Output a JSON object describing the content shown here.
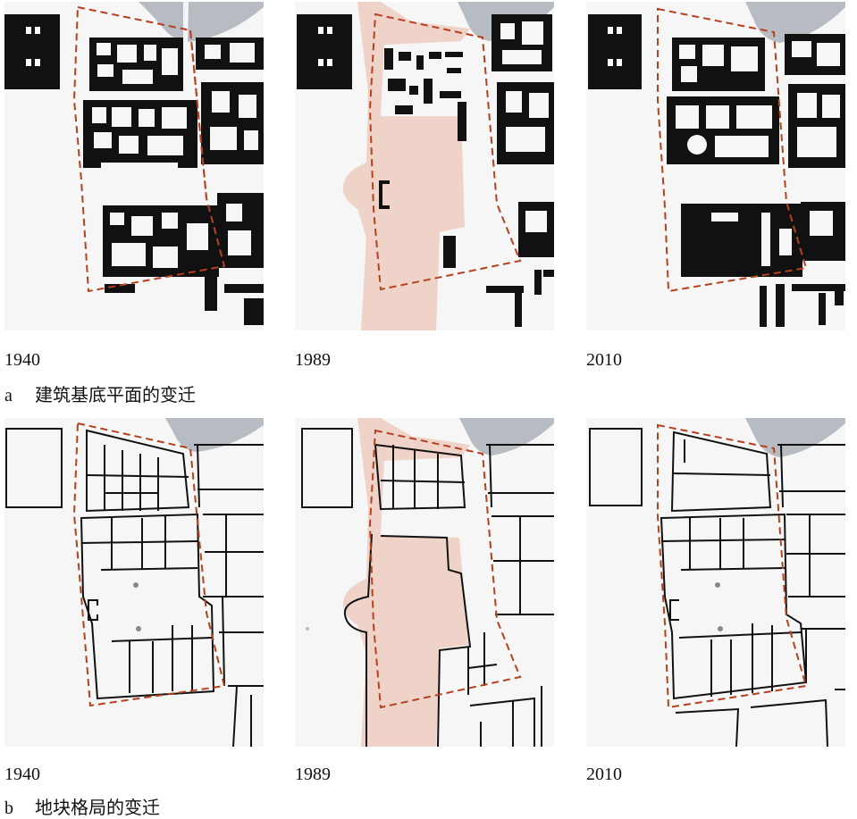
{
  "row_a": {
    "caption_letter": "a",
    "caption_text": "建筑基底平面的变迁",
    "panels": [
      {
        "year": "1940"
      },
      {
        "year": "1989"
      },
      {
        "year": "2010"
      }
    ]
  },
  "row_b": {
    "caption_letter": "b",
    "caption_text": "地块格局的变迁",
    "panels": [
      {
        "year": "1940"
      },
      {
        "year": "1989"
      },
      {
        "year": "2010"
      }
    ]
  },
  "colors": {
    "building": "#111111",
    "boundary_dash": "#b5411e",
    "water": "#b7bcc3",
    "new_development": "#efd3c8",
    "paper": "#f6f6f6"
  }
}
